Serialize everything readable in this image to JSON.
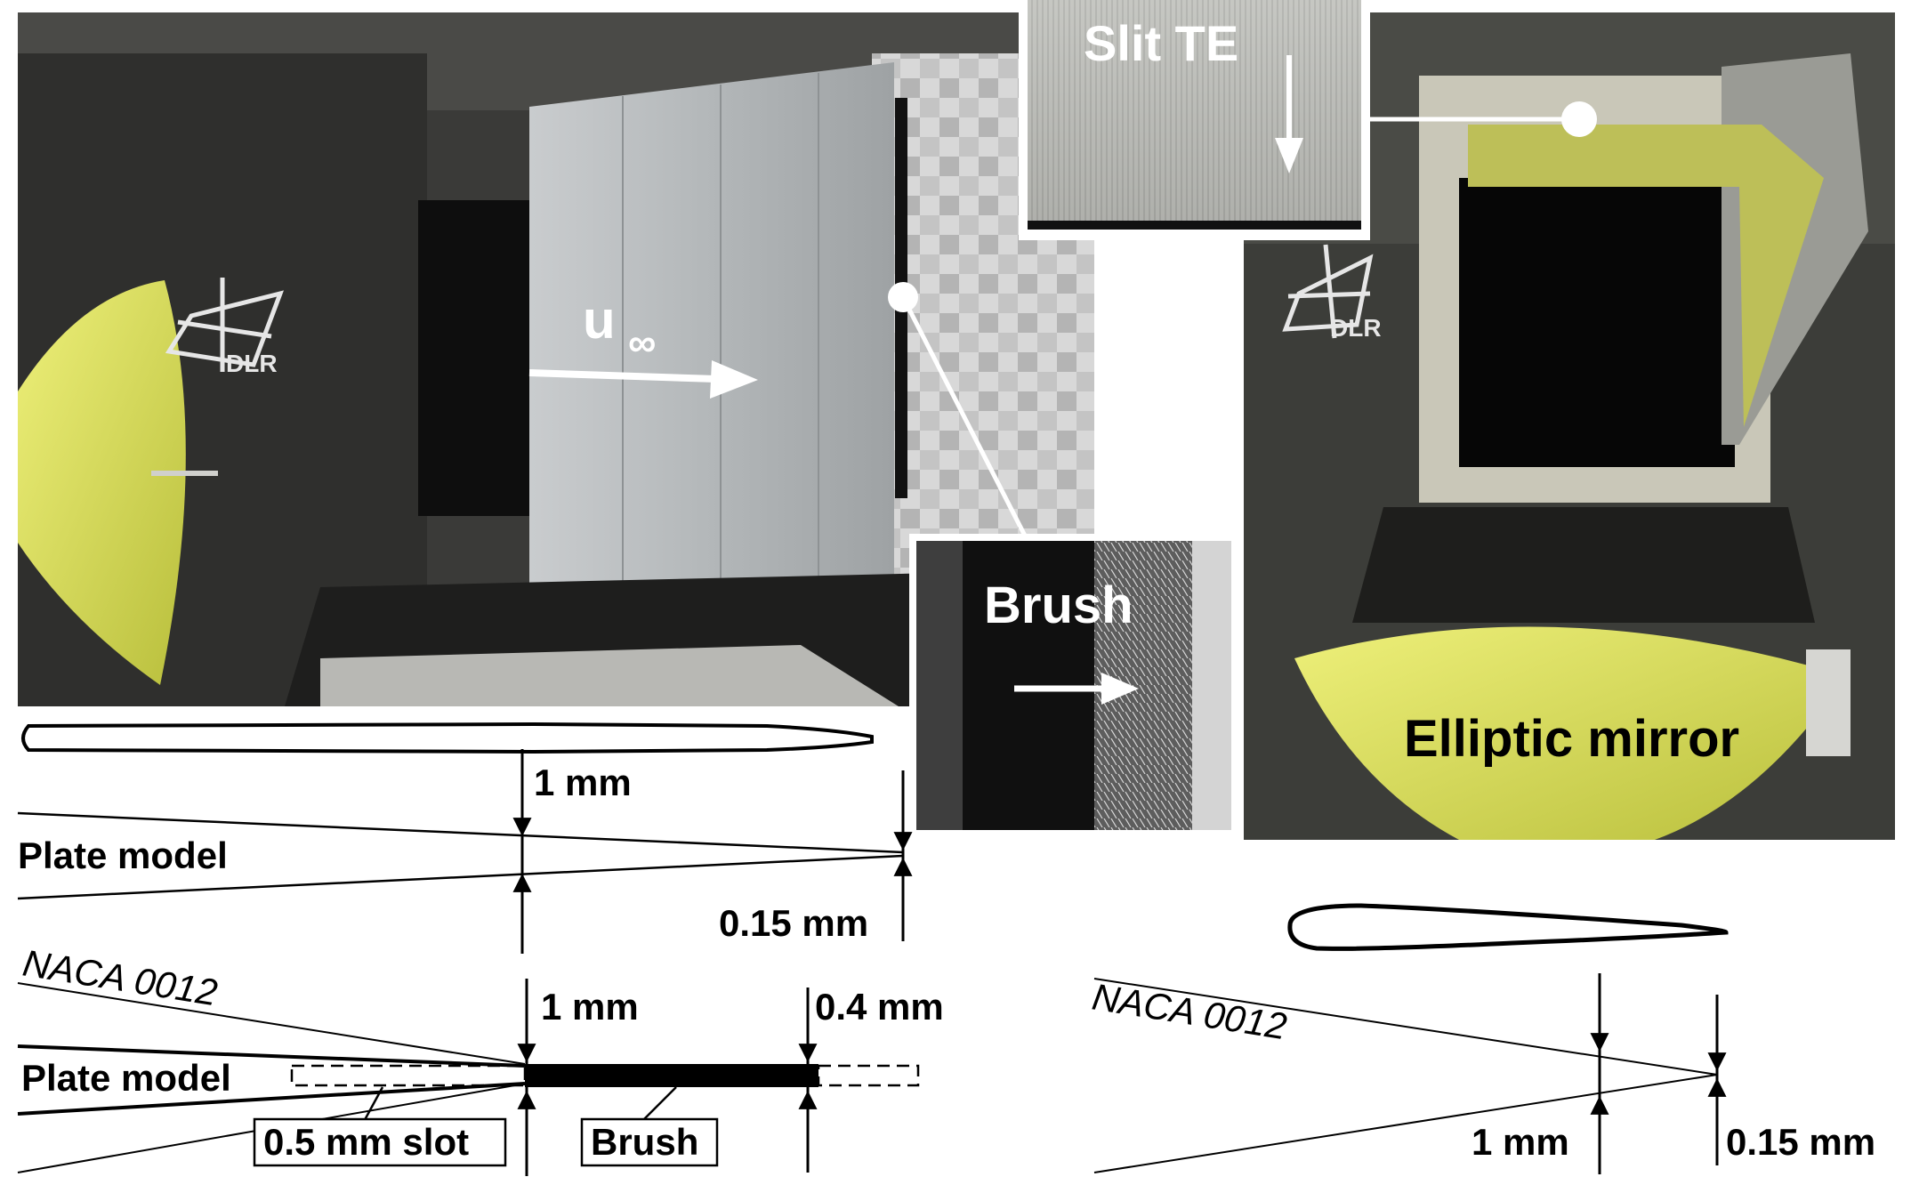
{
  "labels": {
    "velocity": "u",
    "velocity_sub": "∞",
    "dlr_left": "DLR",
    "dlr_right": "DLR",
    "slit_te": "Slit TE",
    "brush_inset": "Brush",
    "elliptic_mirror": "Elliptic mirror",
    "dim_1mm_a": "1 mm",
    "plate_model_a": "Plate model",
    "dim_015_a": "0.15 mm",
    "naca_a": "NACA 0012",
    "dim_1mm_b": "1 mm",
    "dim_04": "0.4 mm",
    "plate_model_b": "Plate model",
    "slot": "0.5 mm slot",
    "brush_box": "Brush",
    "naca_b": "NACA 0012",
    "dim_1mm_c": "1 mm",
    "dim_015_b": "0.15 mm"
  },
  "colors": {
    "mirror_yellow": "#dde35a",
    "chamber_dark": "#2e2e2c",
    "panel_grey": "#a9adaf",
    "outline": "#000000"
  },
  "icons": [
    "dlr-logo-icon",
    "flow-arrow-icon",
    "callout-dot-icon"
  ]
}
